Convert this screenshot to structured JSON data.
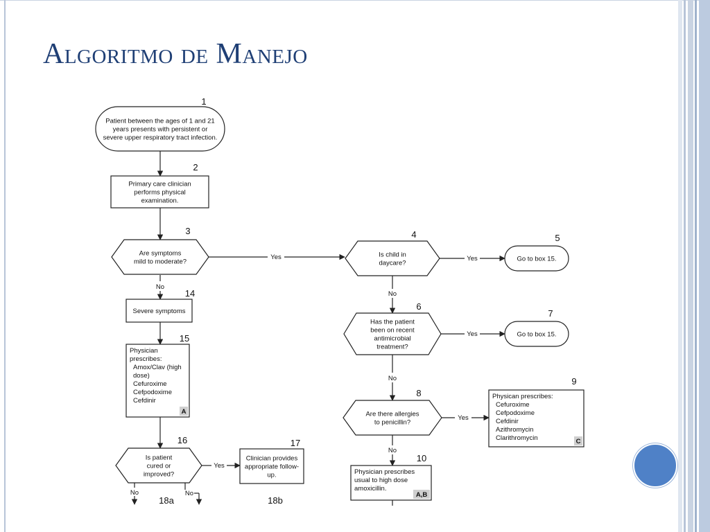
{
  "slide": {
    "title": "Algoritmo de Manejo",
    "colors": {
      "title": "#1f3f75",
      "accent_circle": "#4f81c7",
      "border_bars": "#b7c4d8"
    }
  },
  "flowchart": {
    "nodes": [
      {
        "id": "n1",
        "number": "1",
        "shape": "terminal",
        "lines": [
          "Patient between the ages of 1 and 21",
          "years presents with persistent or",
          "severe upper respiratory tract infection."
        ]
      },
      {
        "id": "n2",
        "number": "2",
        "shape": "process",
        "lines": [
          "Primary care clinician",
          "performs physical",
          "examination."
        ]
      },
      {
        "id": "n3",
        "number": "3",
        "shape": "decision",
        "lines": [
          "Are symptoms",
          "mild to moderate?"
        ]
      },
      {
        "id": "n4",
        "number": "4",
        "shape": "decision",
        "lines": [
          "Is child in",
          "daycare?"
        ]
      },
      {
        "id": "n5",
        "number": "5",
        "shape": "terminal",
        "lines": [
          "Go to box 15."
        ]
      },
      {
        "id": "n6",
        "number": "6",
        "shape": "decision",
        "lines": [
          "Has the patient",
          "been on recent",
          "antimicrobial",
          "treatment?"
        ]
      },
      {
        "id": "n7",
        "number": "7",
        "shape": "terminal",
        "lines": [
          "Go to box 15."
        ]
      },
      {
        "id": "n8",
        "number": "8",
        "shape": "decision",
        "lines": [
          "Are there allergies",
          "to penicillin?"
        ]
      },
      {
        "id": "n9",
        "number": "9",
        "shape": "process",
        "lines": [
          "Physican prescribes:",
          "Cefuroxime",
          "Cefpodoxime",
          "Cefdinir",
          "Azithromycin",
          "Clarithromycin"
        ],
        "tag": "C"
      },
      {
        "id": "n10",
        "number": "10",
        "shape": "process",
        "lines": [
          "Physician prescribes",
          "usual to high dose",
          "amoxicillin."
        ],
        "tag": "A,B"
      },
      {
        "id": "n14",
        "number": "14",
        "shape": "process",
        "lines": [
          "Severe symptoms"
        ]
      },
      {
        "id": "n15",
        "number": "15",
        "shape": "process",
        "lines": [
          "Physician",
          "prescribes:",
          "Amox/Clav (high",
          "dose)",
          "Cefuroxime",
          "Cefpodoxime",
          "Cefdinir"
        ],
        "tag": "A"
      },
      {
        "id": "n16",
        "number": "16",
        "shape": "decision",
        "lines": [
          "Is patient",
          "cured or",
          "improved?"
        ]
      },
      {
        "id": "n17",
        "number": "17",
        "shape": "process",
        "lines": [
          "Clinician provides",
          "appropriate follow-",
          "up."
        ]
      }
    ],
    "edge_labels": {
      "yes": "Yes",
      "no": "No"
    },
    "off_page": [
      "18a",
      "18b"
    ]
  }
}
